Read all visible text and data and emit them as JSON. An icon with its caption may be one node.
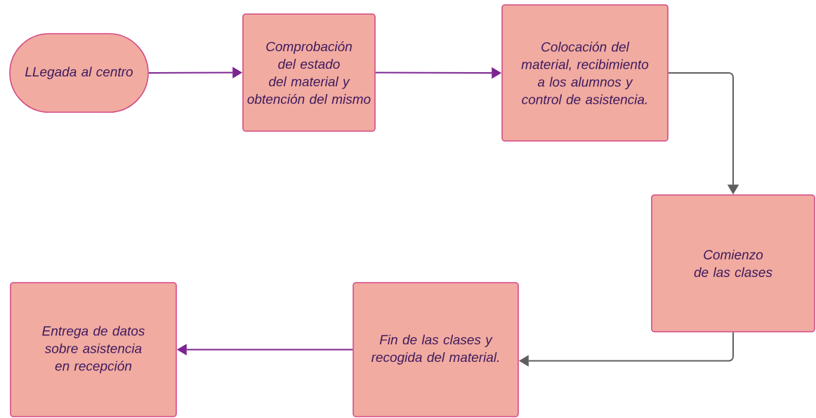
{
  "diagram": {
    "nodes": [
      {
        "text": [
          "LLegada al centro"
        ]
      },
      {
        "text": [
          "Comprobación del estado del material y obtención del mismo"
        ]
      },
      {
        "text": [
          "Colocación del material, recibimiento a los alumnos y control de asistencia."
        ]
      },
      {
        "text": [
          "Comienzo de las clases"
        ]
      },
      {
        "text": [
          "Fin de las clases y recogida del material."
        ]
      },
      {
        "text": [
          "Entrega de datos sobre asistencia en recepción"
        ]
      }
    ],
    "edges": [
      {
        "from": 0,
        "to": 1,
        "arrow": "to"
      },
      {
        "from": 1,
        "to": 2,
        "arrow": "to"
      },
      {
        "from": 2,
        "to": 3,
        "arrow": "to",
        "color": "#5f5f5f"
      },
      {
        "from": 3,
        "to": 4,
        "arrow": "to",
        "color": "#5f5f5f"
      },
      {
        "from": 4,
        "to": 5,
        "arrow": "to"
      }
    ]
  }
}
